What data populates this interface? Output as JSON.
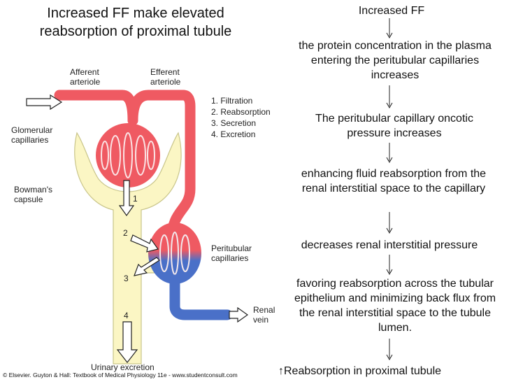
{
  "title": "Increased FF make elevated reabsorption of proximal tubule",
  "diagram": {
    "afferent_label": "Afferent arteriole",
    "efferent_label": "Efferent arteriole",
    "glomerular_label": "Glomerular capillaries",
    "bowmans_label": "Bowman's capsule",
    "peritubular_label": "Peritubular capillaries",
    "renal_vein_label": "Renal vein",
    "urinary_label": "Urinary excretion",
    "process_list": [
      "1. Filtration",
      "2. Reabsorption",
      "3. Secretion",
      "4. Excretion"
    ],
    "step_numbers": [
      "1",
      "2",
      "3",
      "4"
    ],
    "credit": "© Elsevier. Guyton & Hall: Textbook of Medical Physiology 11e - www.studentconsult.com",
    "colors": {
      "artery": "#ef5a62",
      "vein": "#4a70c8",
      "tubule": "#fbf6c4",
      "tubule_edge": "#c9c58a"
    }
  },
  "flow": [
    "Increased FF",
    "the protein concentration in the plasma entering the peritubular capillaries increases",
    "The peritubular capillary oncotic pressure increases",
    "enhancing fluid reabsorption from the renal interstitial space to the capillary",
    "decreases renal interstitial pressure",
    "favoring reabsorption across the tubular epithelium and minimizing back flux from the renal interstitial space to the tubule lumen.",
    "↑Reabsorption in proximal tubule"
  ]
}
